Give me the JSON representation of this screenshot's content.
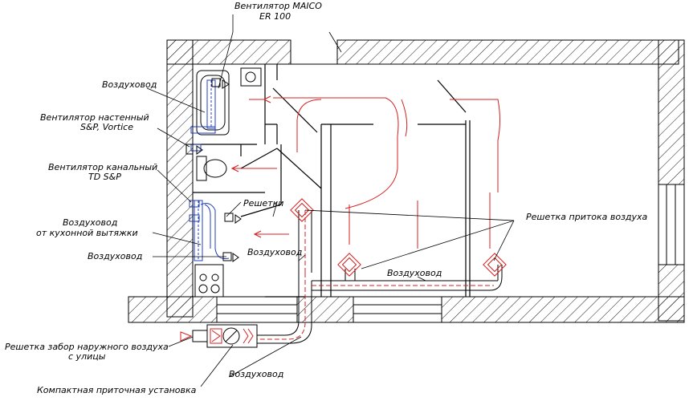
{
  "labels": {
    "fan_maico_line1": "Вентилятор MAICO",
    "fan_maico_line2": "ER 100",
    "duct_top": "Воздуховод",
    "fan_wall_line1": "Вентилятор настенный",
    "fan_wall_line2": "S&P, Vortice",
    "fan_channel_line1": "Вентилятор канальный",
    "fan_channel_line2": "TD S&P",
    "grilles": "Решетки",
    "duct_kitchen_line1": "Воздуховод",
    "duct_kitchen_line2": "от кухонной вытяжки",
    "supply_grille": "Решетка притока воздуха",
    "duct_left": "Воздуховод",
    "duct_center": "Воздуховод",
    "duct_right": "Воздуховод",
    "outdoor_grille_line1": "Решетка забор наружного воздуха",
    "outdoor_grille_line2": "с улицы",
    "duct_bottom": "Воздуховод",
    "compact_unit": "Компактная приточная установка"
  },
  "colors": {
    "line": "#000000",
    "duct_blue": "#1f3fbf",
    "airflow_red": "#d42020",
    "hatch": "#000000"
  }
}
